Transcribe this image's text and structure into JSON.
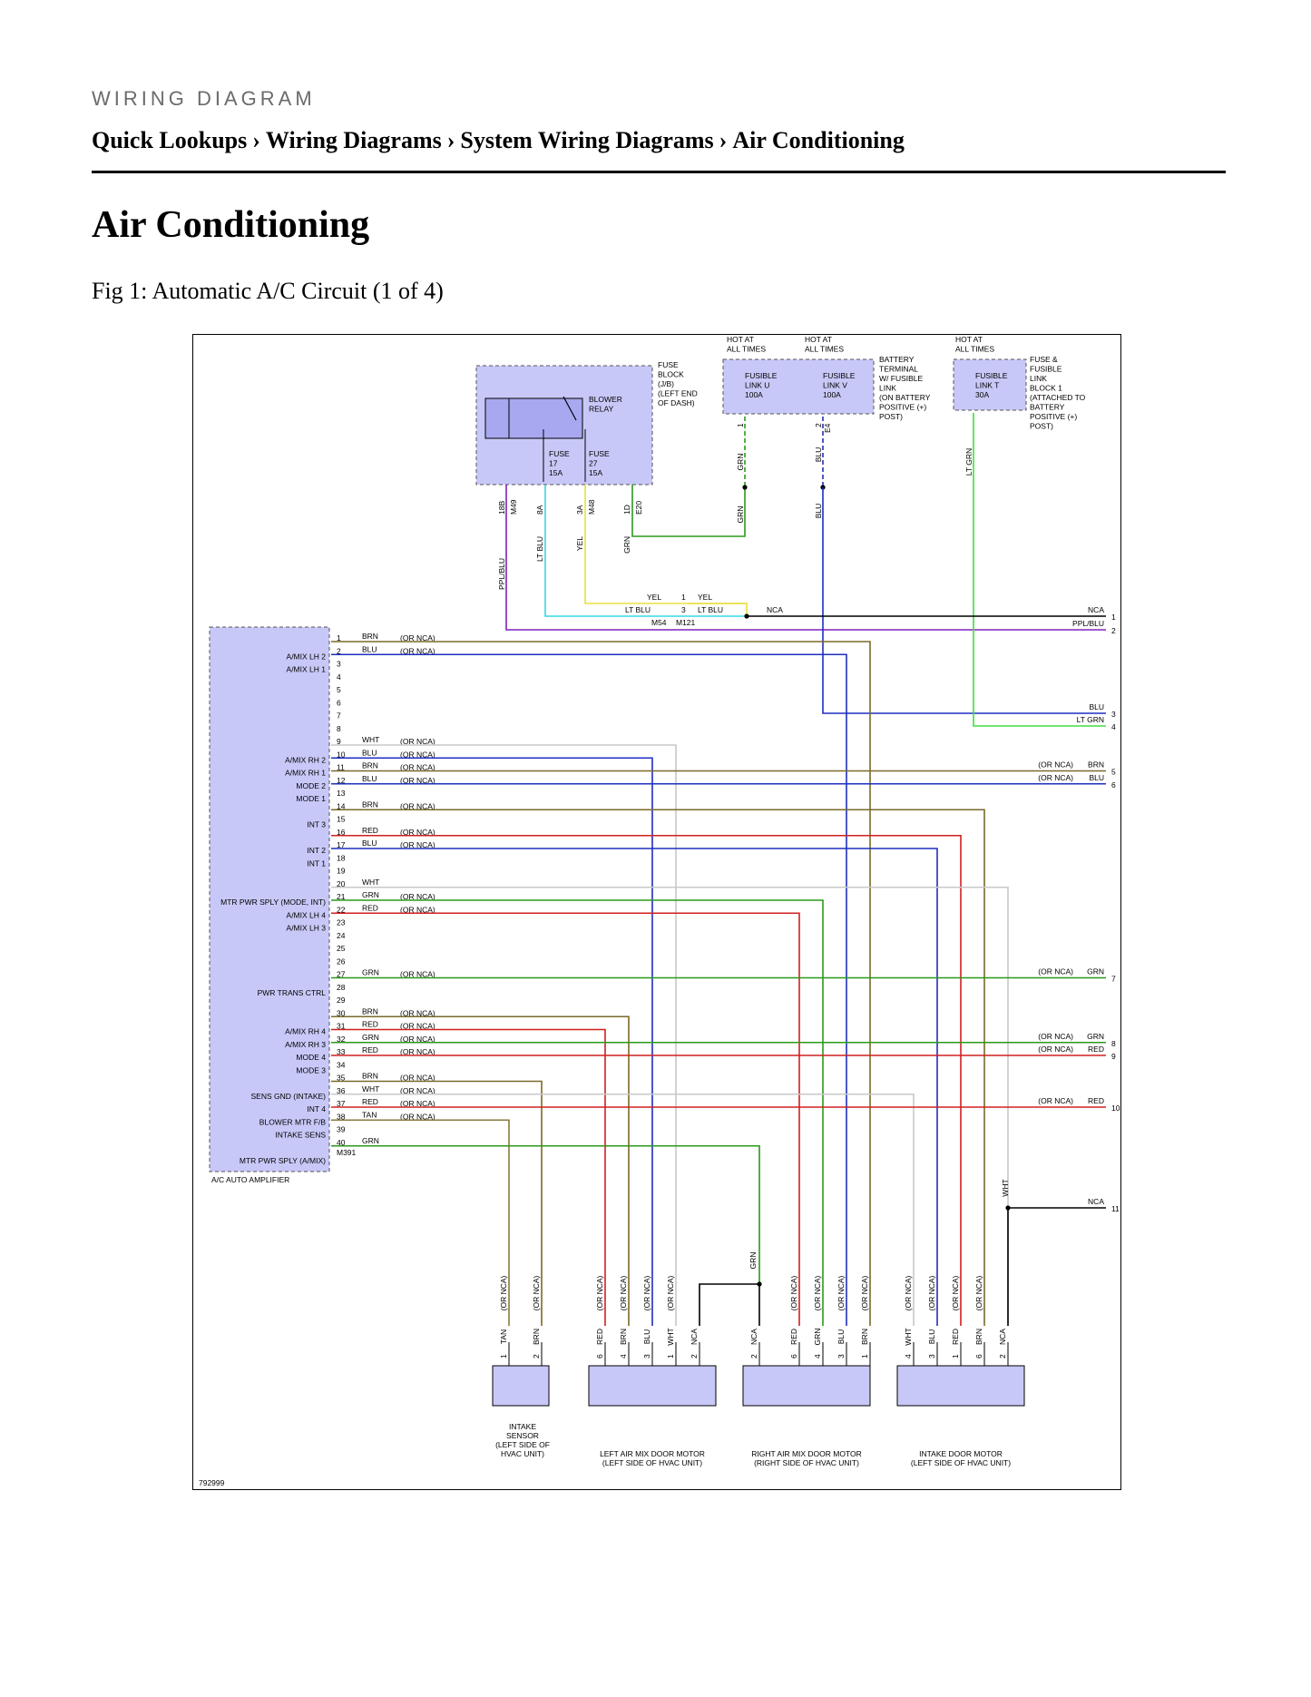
{
  "header": {
    "section_label": "WIRING DIAGRAM",
    "breadcrumb": [
      "Quick Lookups",
      "Wiring Diagrams",
      "System Wiring Diagrams",
      "Air Conditioning"
    ],
    "separator": "›"
  },
  "page_title": "Air Conditioning",
  "figure": {
    "caption": "Fig 1: Automatic A/C Circuit (1 of 4)",
    "diagram_id": "792999"
  },
  "colors": {
    "BRN": "#7a6a2a",
    "BLU": "#1f2fc0",
    "WHT": "#c8c8c8",
    "RED": "#d02020",
    "GRN": "#2a9a1a",
    "TAN": "#8a7a3a",
    "YEL": "#e8e040",
    "LT BLU": "#30d8e8",
    "LT GRN": "#40dd40",
    "PPL/BLU": "#8020c0",
    "NCA": "#000000",
    "box": "#c8c8f8"
  },
  "top_components": {
    "fuse_block_label": [
      "FUSE",
      "BLOCK",
      "(J/B)",
      "(LEFT END",
      "OF DASH)"
    ],
    "blower_relay_label": [
      "BLOWER",
      "RELAY"
    ],
    "fuse_17": [
      "FUSE",
      "17",
      "15A"
    ],
    "fuse_27": [
      "FUSE",
      "27",
      "15A"
    ],
    "hot_at_all_times": [
      "HOT AT",
      "ALL TIMES"
    ],
    "fusible_link_u": [
      "FUSIBLE",
      "LINK U",
      "100A"
    ],
    "fusible_link_v": [
      "FUSIBLE",
      "LINK V",
      "100A"
    ],
    "fusible_link_t": [
      "FUSIBLE",
      "LINK T",
      "30A"
    ],
    "battery_terminal_label": [
      "BATTERY",
      "TERMINAL",
      "W/ FUSIBLE",
      "LINK",
      "(ON BATTERY",
      "POSITIVE (+)",
      "POST)"
    ],
    "fuse_fusible_block_label": [
      "FUSE &",
      "FUSIBLE",
      "LINK",
      "BLOCK 1",
      "(ATTACHED TO",
      "BATTERY",
      "POSITIVE (+)",
      "POST)"
    ],
    "fuse_block_pins": [
      {
        "pin": "18B",
        "conn": "M49",
        "wire": "PPL/BLU"
      },
      {
        "pin": "8A",
        "conn": "",
        "wire": "LT BLU"
      },
      {
        "pin": "3A",
        "conn": "M48",
        "wire": "YEL"
      },
      {
        "pin": "1D",
        "conn": "E20",
        "wire": "GRN"
      }
    ],
    "link_u_pin": {
      "pin": "1",
      "wire_top": "GRN",
      "wire_bottom": "GRN"
    },
    "link_v_pin": {
      "pin": "2",
      "conn": "E4",
      "wire_top": "BLU",
      "wire_bottom": "BLU"
    },
    "link_t_wire": "LT GRN",
    "splice_connector": {
      "yel_pin": "1",
      "ltblu_pin": "3",
      "left_conn": "M54",
      "right_conn": "M121",
      "yel_label": "YEL",
      "ltblu_label": "LT BLU",
      "nca_label": "NCA"
    }
  },
  "amplifier": {
    "name": "A/C AUTO AMPLIFIER",
    "connector": "M391",
    "pins": [
      {
        "n": "1",
        "label": "",
        "wire": "BRN",
        "alt": "(OR NCA)"
      },
      {
        "n": "2",
        "label": "A/MIX LH 2",
        "wire": "BLU",
        "alt": "(OR NCA)"
      },
      {
        "n": "3",
        "label": "A/MIX LH 1",
        "wire": "",
        "alt": ""
      },
      {
        "n": "4",
        "label": "",
        "wire": "",
        "alt": ""
      },
      {
        "n": "5",
        "label": "",
        "wire": "",
        "alt": ""
      },
      {
        "n": "6",
        "label": "",
        "wire": "",
        "alt": ""
      },
      {
        "n": "7",
        "label": "",
        "wire": "",
        "alt": ""
      },
      {
        "n": "8",
        "label": "",
        "wire": "",
        "alt": ""
      },
      {
        "n": "9",
        "label": "",
        "wire": "WHT",
        "alt": "(OR NCA)"
      },
      {
        "n": "10",
        "label": "A/MIX RH 2",
        "wire": "BLU",
        "alt": "(OR NCA)"
      },
      {
        "n": "11",
        "label": "A/MIX RH 1",
        "wire": "BRN",
        "alt": "(OR NCA)"
      },
      {
        "n": "12",
        "label": "MODE 2",
        "wire": "BLU",
        "alt": "(OR NCA)"
      },
      {
        "n": "13",
        "label": "MODE 1",
        "wire": "",
        "alt": ""
      },
      {
        "n": "14",
        "label": "",
        "wire": "BRN",
        "alt": "(OR NCA)"
      },
      {
        "n": "15",
        "label": "INT 3",
        "wire": "",
        "alt": ""
      },
      {
        "n": "16",
        "label": "",
        "wire": "RED",
        "alt": "(OR NCA)"
      },
      {
        "n": "17",
        "label": "INT 2",
        "wire": "BLU",
        "alt": "(OR NCA)"
      },
      {
        "n": "18",
        "label": "INT 1",
        "wire": "",
        "alt": ""
      },
      {
        "n": "19",
        "label": "",
        "wire": "",
        "alt": ""
      },
      {
        "n": "20",
        "label": "",
        "wire": "WHT",
        "alt": ""
      },
      {
        "n": "21",
        "label": "MTR PWR SPLY (MODE, INT)",
        "wire": "GRN",
        "alt": "(OR NCA)"
      },
      {
        "n": "22",
        "label": "A/MIX LH 4",
        "wire": "RED",
        "alt": "(OR NCA)"
      },
      {
        "n": "23",
        "label": "A/MIX LH 3",
        "wire": "",
        "alt": ""
      },
      {
        "n": "24",
        "label": "",
        "wire": "",
        "alt": ""
      },
      {
        "n": "25",
        "label": "",
        "wire": "",
        "alt": ""
      },
      {
        "n": "26",
        "label": "",
        "wire": "",
        "alt": ""
      },
      {
        "n": "27",
        "label": "",
        "wire": "GRN",
        "alt": "(OR NCA)"
      },
      {
        "n": "28",
        "label": "PWR TRANS CTRL",
        "wire": "",
        "alt": ""
      },
      {
        "n": "29",
        "label": "",
        "wire": "",
        "alt": ""
      },
      {
        "n": "30",
        "label": "",
        "wire": "BRN",
        "alt": "(OR NCA)"
      },
      {
        "n": "31",
        "label": "A/MIX RH 4",
        "wire": "RED",
        "alt": "(OR NCA)"
      },
      {
        "n": "32",
        "label": "A/MIX RH 3",
        "wire": "GRN",
        "alt": "(OR NCA)"
      },
      {
        "n": "33",
        "label": "MODE 4",
        "wire": "RED",
        "alt": "(OR NCA)"
      },
      {
        "n": "34",
        "label": "MODE 3",
        "wire": "",
        "alt": ""
      },
      {
        "n": "35",
        "label": "",
        "wire": "BRN",
        "alt": "(OR NCA)"
      },
      {
        "n": "36",
        "label": "SENS GND (INTAKE)",
        "wire": "WHT",
        "alt": "(OR NCA)"
      },
      {
        "n": "37",
        "label": "INT 4",
        "wire": "RED",
        "alt": "(OR NCA)"
      },
      {
        "n": "38",
        "label": "BLOWER MTR F/B",
        "wire": "TAN",
        "alt": "(OR NCA)"
      },
      {
        "n": "39",
        "label": "INTAKE SENS",
        "wire": "",
        "alt": ""
      },
      {
        "n": "40",
        "label": "",
        "wire": "GRN",
        "alt": ""
      },
      {
        "n": "",
        "label": "MTR PWR SPLY (A/MIX)",
        "wire": "",
        "alt": ""
      }
    ]
  },
  "right_exits": [
    {
      "n": "1",
      "wire": "NCA",
      "alt": ""
    },
    {
      "n": "2",
      "wire": "PPL/BLU",
      "alt": ""
    },
    {
      "n": "3",
      "wire": "BLU",
      "alt": ""
    },
    {
      "n": "4",
      "wire": "LT GRN",
      "alt": ""
    },
    {
      "n": "5",
      "wire": "BRN",
      "alt": "(OR NCA)"
    },
    {
      "n": "6",
      "wire": "BLU",
      "alt": "(OR NCA)"
    },
    {
      "n": "7",
      "wire": "GRN",
      "alt": "(OR NCA)"
    },
    {
      "n": "8",
      "wire": "GRN",
      "alt": "(OR NCA)"
    },
    {
      "n": "9",
      "wire": "RED",
      "alt": "(OR NCA)"
    },
    {
      "n": "10",
      "wire": "RED",
      "alt": "(OR NCA)"
    },
    {
      "n": "11",
      "wire": "NCA",
      "alt": ""
    }
  ],
  "bottom_components": [
    {
      "name": [
        "INTAKE",
        "SENSOR",
        "(LEFT SIDE OF",
        "HVAC UNIT)"
      ],
      "pins": [
        {
          "n": "1",
          "wire": "TAN",
          "alt": "(OR NCA)"
        },
        {
          "n": "2",
          "wire": "BRN",
          "alt": "(OR NCA)"
        }
      ]
    },
    {
      "name": [
        "LEFT AIR MIX DOOR MOTOR",
        "(LEFT SIDE OF HVAC UNIT)"
      ],
      "pins": [
        {
          "n": "6",
          "wire": "RED",
          "alt": "(OR NCA)"
        },
        {
          "n": "4",
          "wire": "BRN",
          "alt": "(OR NCA)"
        },
        {
          "n": "3",
          "wire": "BLU",
          "alt": "(OR NCA)"
        },
        {
          "n": "1",
          "wire": "WHT",
          "alt": "(OR NCA)"
        },
        {
          "n": "2",
          "wire": "NCA",
          "alt": ""
        }
      ]
    },
    {
      "name": [
        "RIGHT AIR MIX DOOR MOTOR",
        "(RIGHT SIDE OF HVAC UNIT)"
      ],
      "pins": [
        {
          "n": "2",
          "wire": "NCA",
          "alt": ""
        },
        {
          "n": "6",
          "wire": "RED",
          "alt": "(OR NCA)"
        },
        {
          "n": "4",
          "wire": "GRN",
          "alt": "(OR NCA)"
        },
        {
          "n": "3",
          "wire": "BLU",
          "alt": "(OR NCA)"
        },
        {
          "n": "1",
          "wire": "BRN",
          "alt": "(OR NCA)"
        }
      ]
    },
    {
      "name": [
        "INTAKE DOOR MOTOR",
        "(LEFT SIDE OF HVAC UNIT)"
      ],
      "pins": [
        {
          "n": "4",
          "wire": "WHT",
          "alt": "(OR NCA)"
        },
        {
          "n": "3",
          "wire": "BLU",
          "alt": "(OR NCA)"
        },
        {
          "n": "1",
          "wire": "RED",
          "alt": "(OR NCA)"
        },
        {
          "n": "6",
          "wire": "BRN",
          "alt": "(OR NCA)"
        },
        {
          "n": "2",
          "wire": "NCA",
          "alt": ""
        }
      ]
    }
  ],
  "misc_wire_labels": {
    "wht_vertical": "WHT",
    "grn_vertical": "GRN"
  }
}
